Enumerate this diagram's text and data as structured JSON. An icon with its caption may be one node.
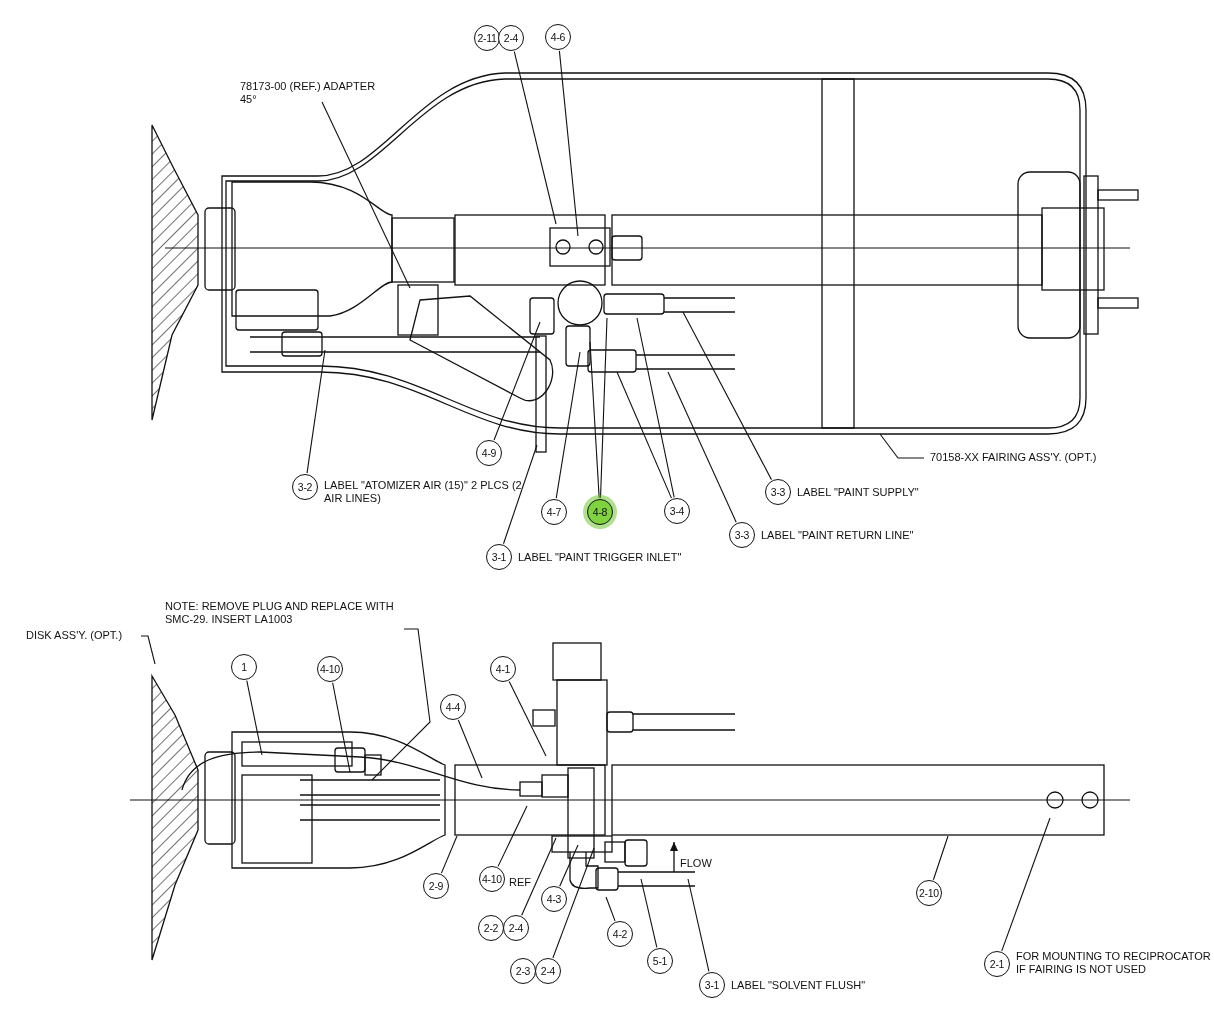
{
  "diagram": {
    "nodes": [
      {
        "text": [
          "2-11"
        ]
      },
      {
        "text": [
          "2-4"
        ]
      },
      {
        "text": [
          "4-6"
        ]
      },
      {
        "text": [
          "78173-00 (REF.) ADAPTER 45°"
        ]
      },
      {
        "text": [
          "4-9"
        ]
      },
      {
        "text": [
          "3-2"
        ],
        "beside": [
          "LABEL \"ATOMIZER AIR (15)\" 2 PLCS (2 AIR LINES)"
        ]
      },
      {
        "text": [
          "3-3"
        ],
        "beside": [
          "LABEL \"PAINT SUPPLY\""
        ]
      },
      {
        "text": [
          "70158-XX FAIRING ASS'Y. (OPT.)"
        ]
      },
      {
        "text": [
          "4-7"
        ]
      },
      {
        "text": [
          "4-8"
        ]
      },
      {
        "text": [
          "3-4"
        ]
      },
      {
        "text": [
          "3-3"
        ],
        "beside": [
          "LABEL \"PAINT RETURN LINE\""
        ]
      },
      {
        "text": [
          "3-1"
        ],
        "beside": [
          "LABEL \"PAINT TRIGGER INLET\""
        ]
      },
      {
        "text": [
          "NOTE: REMOVE PLUG AND REPLACE WITH SMC-29. INSERT LA1003"
        ]
      },
      {
        "text": [
          "DISK ASS'Y. (OPT.)"
        ]
      },
      {
        "text": [
          "1"
        ]
      },
      {
        "text": [
          "4-10"
        ]
      },
      {
        "text": [
          "4-1"
        ]
      },
      {
        "text": [
          "4-4"
        ]
      },
      {
        "text": [
          "2-9"
        ]
      },
      {
        "text": [
          "4-10"
        ],
        "beside": [
          "REF"
        ]
      },
      {
        "text": [
          "2-10"
        ]
      },
      {
        "text": [
          "4-3"
        ]
      },
      {
        "text": [
          "2-2"
        ]
      },
      {
        "text": [
          "2-4"
        ]
      },
      {
        "text": [
          "4-2"
        ]
      },
      {
        "text": [
          "5-1"
        ]
      },
      {
        "text": [
          "2-3"
        ]
      },
      {
        "text": [
          "2-4"
        ]
      },
      {
        "text": [
          "2-1"
        ],
        "beside": [
          "FOR MOUNTING TO RECIPROCATOR IF FAIRING IS NOT USED"
        ]
      },
      {
        "text": [
          "3-1"
        ],
        "beside": [
          "LABEL \"SOLVENT FLUSH\""
        ]
      }
    ],
    "edges": [
      {
        "from": 1,
        "to": null,
        "arrow": "none"
      },
      {
        "from": 2,
        "to": null,
        "arrow": "none"
      },
      {
        "from": 3,
        "to": null,
        "arrow": "none"
      },
      {
        "from": 4,
        "to": null,
        "arrow": "none"
      },
      {
        "from": 5,
        "to": null,
        "arrow": "none"
      },
      {
        "from": 6,
        "to": null,
        "arrow": "none"
      },
      {
        "from": 7,
        "to": null,
        "arrow": "none"
      },
      {
        "from": 8,
        "to": null,
        "arrow": "none"
      },
      {
        "from": 9,
        "to": null,
        "arrow": "none"
      },
      {
        "from": 9,
        "to": null,
        "arrow": "none"
      },
      {
        "from": 10,
        "to": null,
        "arrow": "none"
      },
      {
        "from": 10,
        "to": null,
        "arrow": "none"
      },
      {
        "from": 11,
        "to": null,
        "arrow": "none"
      },
      {
        "from": 12,
        "to": null,
        "arrow": "none"
      },
      {
        "from": 13,
        "to": null,
        "arrow": "none"
      },
      {
        "from": 14,
        "to": null,
        "arrow": "none"
      },
      {
        "from": 15,
        "to": null,
        "arrow": "none"
      },
      {
        "from": 16,
        "to": null,
        "arrow": "none"
      },
      {
        "from": 17,
        "to": null,
        "arrow": "none"
      },
      {
        "from": 18,
        "to": null,
        "arrow": "none"
      },
      {
        "from": 19,
        "to": null,
        "arrow": "none"
      },
      {
        "from": 20,
        "to": null,
        "arrow": "none"
      },
      {
        "from": 21,
        "to": null,
        "arrow": "none"
      },
      {
        "from": 22,
        "to": null,
        "arrow": "none"
      },
      {
        "from": 24,
        "to": null,
        "arrow": "none"
      },
      {
        "from": 25,
        "to": null,
        "arrow": "none"
      },
      {
        "from": 26,
        "to": null,
        "arrow": "none"
      },
      {
        "from": 28,
        "to": null,
        "arrow": "none"
      },
      {
        "from": 29,
        "to": null,
        "arrow": "none"
      },
      {
        "from": 30,
        "to": null,
        "arrow": "none"
      }
    ],
    "labels": [
      "FLOW"
    ]
  }
}
